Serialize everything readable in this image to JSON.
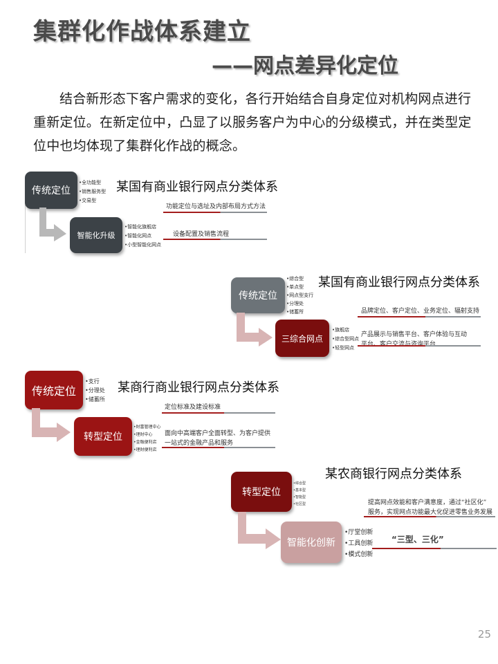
{
  "header": {
    "title": "集群化作战体系建立",
    "subtitle": "——网点差异化定位"
  },
  "intro": "结合新形态下客户需求的变化，各行开始结合自身定位对机构网点进行重新定位。在新定位中，凸显了以服务客户为中心的分级模式，并在类型定位中也均体现了集群化作战的概念。",
  "diagram1": {
    "caption": "某国有商业银行网点分类体系",
    "box_top": "传统定位",
    "top_bullets": [
      "全功能型",
      "销售服务型",
      "交易型"
    ],
    "note1": "功能定位与选址及内部布局方式方法",
    "box_bottom": "智能化升级",
    "bottom_bullets": [
      "智能化旗舰店",
      "智能化网点",
      "小型智能化网点"
    ],
    "note2": "设备配置及销售流程"
  },
  "diagram2": {
    "caption": "某国有商业银行网点分类体系",
    "box_top": "传统定位",
    "top_bullets": [
      "综合型",
      "单点型",
      "网点型支行",
      "分理处",
      "储蓄所"
    ],
    "note1": "品牌定位、客户定位、业务定位、辐射支持",
    "box_bottom": "三综合网点",
    "bottom_bullets": [
      "旗舰店",
      "综合型网点",
      "轻型网点"
    ],
    "note2_line1": "产品展示与销售平台、客户体验与互动",
    "note2_line2": "平台、客户交流与咨询平台"
  },
  "diagram3": {
    "caption": "某商行商业银行网点分类体系",
    "box_top": "传统定位",
    "top_bullets": [
      "支行",
      "分理处",
      "储蓄所"
    ],
    "note1": "定位标准及建设标准",
    "box_bottom": "转型定位",
    "bottom_bullets": [
      "财富管理中心",
      "理财中心",
      "金融便利店",
      "理财便利店"
    ],
    "note2_line1": "面向中高端客户全面转型、为客户提供",
    "note2_line2": "一站式的金融产品和服务"
  },
  "diagram4": {
    "caption": "某农商银行网点分类体系",
    "box_top": "转型定位",
    "top_bullets": [
      "综合型",
      "基本型",
      "智能型",
      "社区型"
    ],
    "note1_line1": "提高网点效能和客户满意度，通过“社区化”",
    "note1_line2": "服务，实现网点功能最大化促进零售业务发展",
    "box_bottom": "智能化创新",
    "bottom_bullets": [
      "厅堂创新",
      "工具创新",
      "模式创新"
    ],
    "note2": "“三型、三化”"
  },
  "page_number": "25",
  "colors": {
    "dark_gray": "#3c4247",
    "mid_gray": "#6c7378",
    "dark_red": "#7a0e0e",
    "red": "#9b1414",
    "pink": "#c9a0a0",
    "arrow_gray": "#b8b8b8",
    "arrow_pink": "#d8b4b4",
    "bar_red": "#a31c1c",
    "bar_gray": "#8a8f94"
  }
}
